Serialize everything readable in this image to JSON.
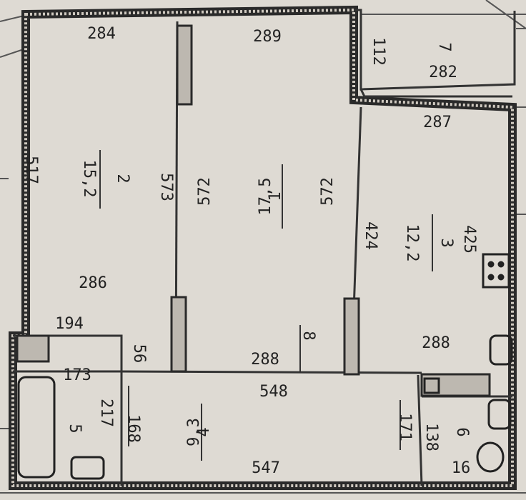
{
  "rooms": [
    {
      "number": "1",
      "area": "17,5"
    },
    {
      "number": "2",
      "area": "15,2"
    },
    {
      "number": "3",
      "area": "12,2"
    },
    {
      "number": "4",
      "area": "9,3"
    },
    {
      "number": "5",
      "area": ""
    },
    {
      "number": "6",
      "area": ""
    },
    {
      "number": "7",
      "area": ""
    },
    {
      "number": "8",
      "area": ""
    }
  ],
  "dimensions": {
    "d284": "284",
    "d289": "289",
    "d112": "112",
    "d282": "282",
    "d287": "287",
    "d517": "517",
    "d573": "573",
    "d572a": "572",
    "d572b": "572",
    "d424": "424",
    "d425": "425",
    "d286": "286",
    "d194": "194",
    "d56": "56",
    "d288a": "288",
    "d288b": "288",
    "d548": "548",
    "d173": "173",
    "d217": "217",
    "d168": "168",
    "d171": "171",
    "d138": "138",
    "d547": "547",
    "d16": "16"
  },
  "colors": {
    "background": "#dedad3",
    "wall": "#2a2a2a",
    "line": "#333333"
  }
}
